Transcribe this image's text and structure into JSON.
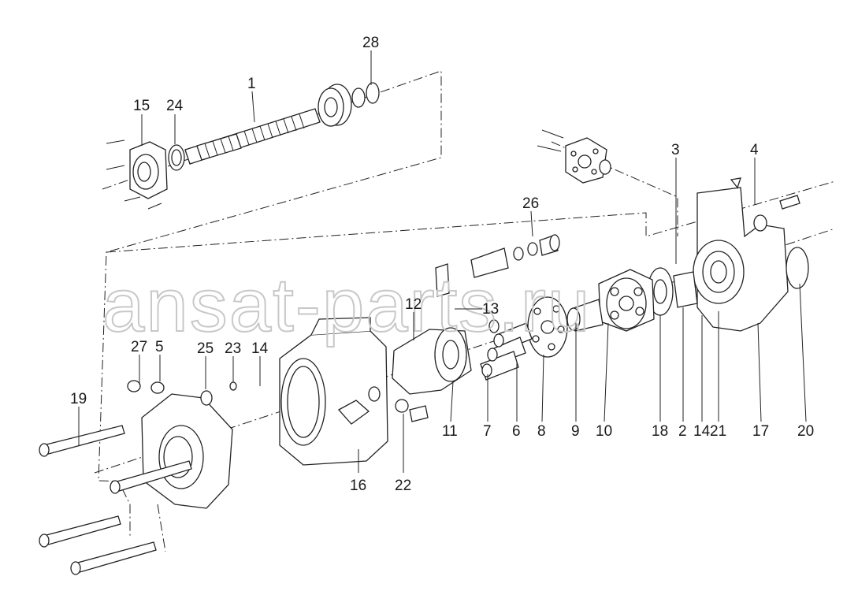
{
  "watermark": "ansat-parts.ru",
  "callouts": {
    "c28": "28",
    "c1": "1",
    "c15": "15",
    "c24": "24",
    "c3": "3",
    "c4": "4",
    "c26": "26",
    "c12": "12",
    "c13": "13",
    "c27": "27",
    "c5": "5",
    "c25": "25",
    "c23": "23",
    "c14a": "14",
    "c19": "19",
    "c11": "11",
    "c7": "7",
    "c6": "6",
    "c8": "8",
    "c9": "9",
    "c10": "10",
    "c18": "18",
    "c2": "2",
    "c14b": "14",
    "c21": "21",
    "c17": "17",
    "c20": "20",
    "c16": "16",
    "c22": "22"
  }
}
